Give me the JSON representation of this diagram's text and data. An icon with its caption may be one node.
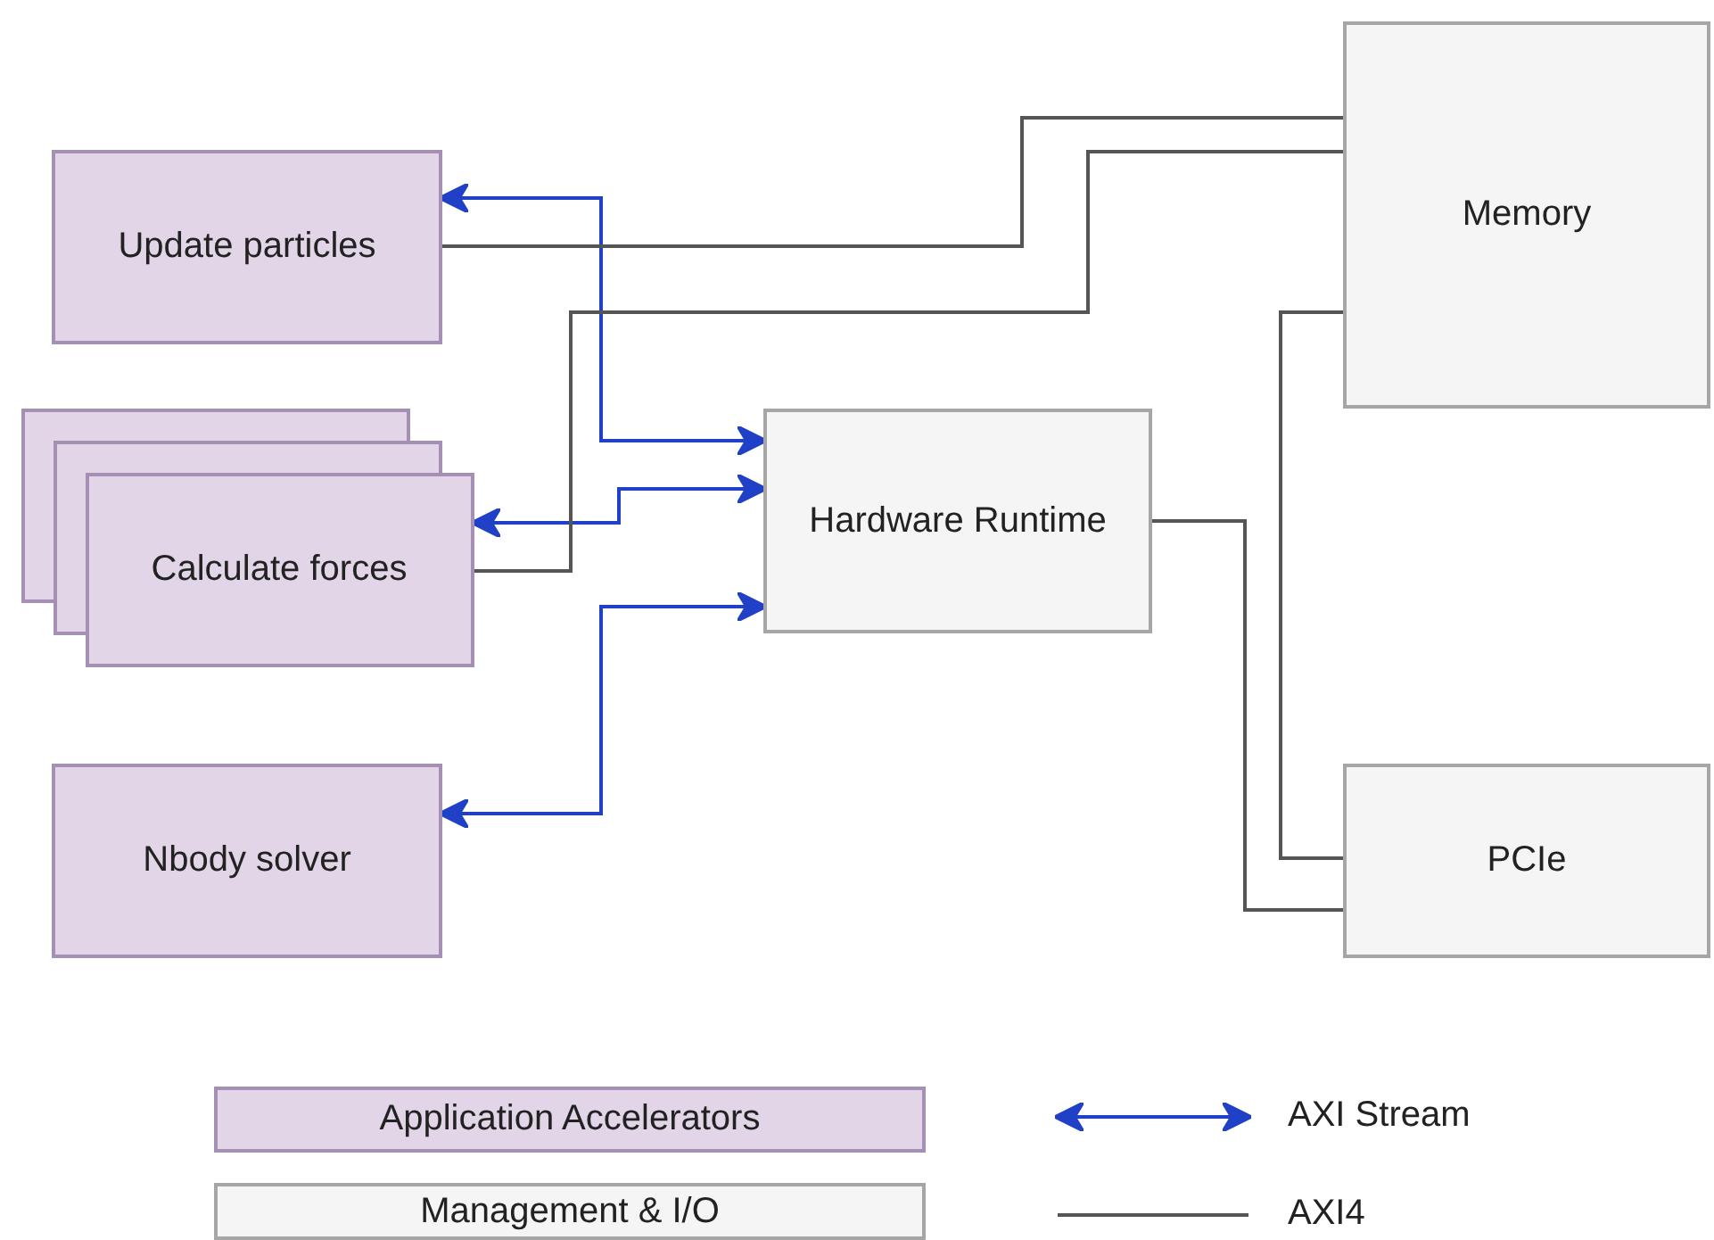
{
  "diagram": {
    "nodes": [
      {
        "text": [
          "Update particles"
        ]
      },
      {
        "text": [
          "Calculate forces"
        ]
      },
      {
        "text": [
          "Nbody solver"
        ]
      },
      {
        "text": [
          "Hardware Runtime"
        ]
      },
      {
        "text": [
          "Memory"
        ]
      },
      {
        "text": [
          "PCIe"
        ]
      }
    ],
    "edges": [
      {
        "from": 0,
        "to": 3,
        "arrow": "both",
        "color": "#2140c8"
      },
      {
        "from": 1,
        "to": 3,
        "arrow": "both",
        "color": "#2140c8"
      },
      {
        "from": 2,
        "to": 3,
        "arrow": "both",
        "color": "#2140c8"
      },
      {
        "from": 0,
        "to": 4,
        "arrow": "none"
      },
      {
        "from": 1,
        "to": 4,
        "arrow": "none"
      },
      {
        "from": 4,
        "to": 5,
        "arrow": "none"
      },
      {
        "from": 3,
        "to": 5,
        "arrow": "none"
      }
    ],
    "legend": [
      {
        "text": "Application Accelerators",
        "color": "#e1d5e7"
      },
      {
        "text": "Management & I/O",
        "color": "#f5f5f5"
      },
      {
        "text": "AXI Stream"
      },
      {
        "text": "AXI4"
      }
    ]
  }
}
